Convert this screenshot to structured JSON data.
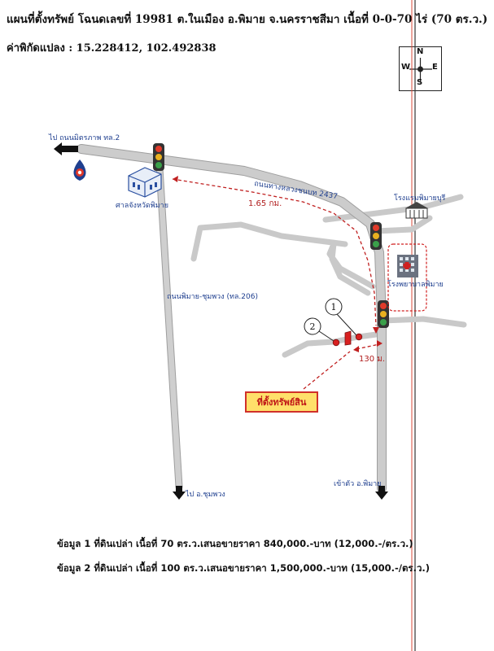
{
  "header": {
    "title": "แผนที่ตั้งทรัพย์ โฉนดเลขที่ 19981 ต.ในเมือง อ.พิมาย จ.นครราชสีมา เนื้อที่ 0-0-70 ไร่ (70 ตร.ว.)",
    "coordinates": "ค่าพิกัดแปลง : 15.228412, 102.492838"
  },
  "compass": {
    "n": "N",
    "s": "S",
    "e": "E",
    "w": "W"
  },
  "map": {
    "road_main": "ถนนทางหลวงชนบท 2437",
    "road_pimai": "ถนนพิมาย-ชุมพวง (ทล.206)",
    "to_mittraphap": "ไป ถนนมิตรภาพ ทล.2",
    "to_chumphuang": "ไป อ.ชุมพวง",
    "to_city": "เข้าตัว อ.พิมาย",
    "court": "ศาลจังหวัดพิมาย",
    "hotel": "โรงแรมพิมายบุรี",
    "hospital": "โรงพยาบาลพิมาย",
    "distance_1": "1.65 กม.",
    "distance_2": "130 ม.",
    "marker_1": "1",
    "marker_2": "2",
    "property_label": "ที่ตั้งทรัพย์สิน"
  },
  "info": {
    "line1": "ข้อมูล 1 ที่ดินเปล่า เนื้อที่ 70 ตร.ว.เสนอขายราคา 840,000.-บาท (12,000.-/ตร.ว.)",
    "line2": "ข้อมูล 2 ที่ดินเปล่า เนื้อที่ 100 ตร.ว.เสนอขายราคา 1,500,000.-บาท (15,000.-/ตร.ว.)"
  },
  "colors": {
    "road": "#c9c9c9",
    "road_edge": "#9e9e9e",
    "label_blue": "#1f3f8f",
    "distance_red": "#c02020",
    "property_bg": "#ffe06a"
  }
}
